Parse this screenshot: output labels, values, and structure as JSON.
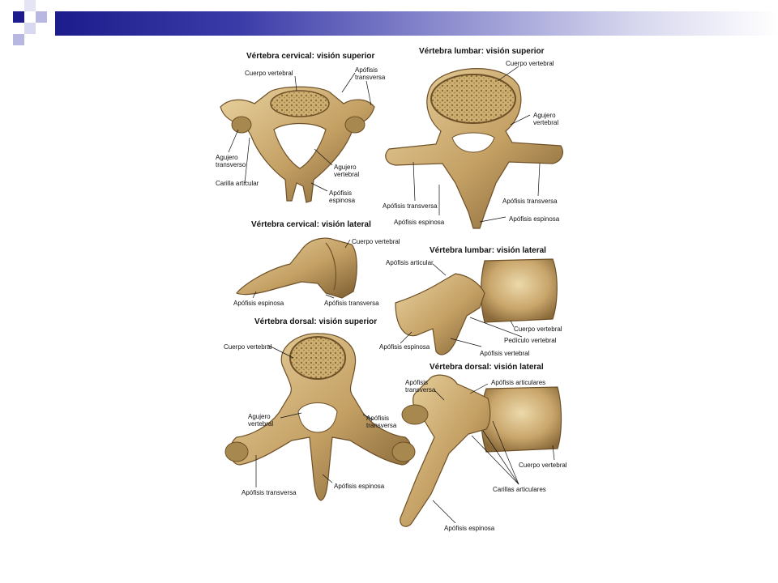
{
  "titles": {
    "cervical_superior": "Vértebra cervical: visión superior",
    "lumbar_superior": "Vértebra lumbar: visión superior",
    "cervical_lateral": "Vértebra cervical: visión lateral",
    "lumbar_lateral": "Vértebra lumbar: visión lateral",
    "dorsal_superior": "Vértebra dorsal: visión superior",
    "dorsal_lateral": "Vértebra dorsal: visión lateral"
  },
  "labels": {
    "cs_cuerpo": "Cuerpo vertebral",
    "cs_apofisis_transversa_1": "Apófisis",
    "cs_apofisis_transversa_2": "transversa",
    "cs_agujero_transverso_1": "Agujero",
    "cs_agujero_transverso_2": "transverso",
    "cs_carilla": "Carilla articular",
    "cs_agujero_vertebral_1": "Agujero",
    "cs_agujero_vertebral_2": "vertebral",
    "cs_apofisis_espinosa_1": "Apófisis",
    "cs_apofisis_espinosa_2": "espinosa",
    "ls_cuerpo": "Cuerpo vertebral",
    "ls_agujero_1": "Agujero",
    "ls_agujero_2": "vertebral",
    "ls_transversa_left": "Apófisis transversa",
    "ls_transversa_right": "Apófisis transversa",
    "ls_espinosa_left": "Apófisis espinosa",
    "ls_espinosa_right": "Apófisis espinosa",
    "cl_cuerpo": "Cuerpo vertebral",
    "cl_espinosa": "Apófisis espinosa",
    "cl_transversa": "Apófisis transversa",
    "ll_articular": "Apófisis articular",
    "ll_espinosa": "Apófisis espinosa",
    "ll_cuerpo": "Cuerpo vertebral",
    "ll_pediculo": "Pedículo vertebral",
    "ll_apofisis_vertebral": "Apófisis vertebral",
    "ds_cuerpo": "Cuerpo vertebral",
    "ds_agujero_1": "Agujero",
    "ds_agujero_2": "vertebral",
    "ds_transversa_right_1": "Apófisis",
    "ds_transversa_right_2": "transversa",
    "ds_transversa_bottom": "Apófisis transversa",
    "ds_espinosa": "Apófisis espinosa",
    "dl_transversa_1": "Apófisis",
    "dl_transversa_2": "transversa",
    "dl_articulares": "Apófisis articulares",
    "dl_cuerpo": "Cuerpo vertebral",
    "dl_carillas": "Carillas articulares",
    "dl_espinosa": "Apófisis espinosa"
  },
  "colors": {
    "bone": "#c9a66b",
    "bone_dark": "#8a6a3a",
    "bone_light": "#e6d2a4",
    "cancellous": "#b99a58",
    "header_blue": "#1c1c8c"
  }
}
